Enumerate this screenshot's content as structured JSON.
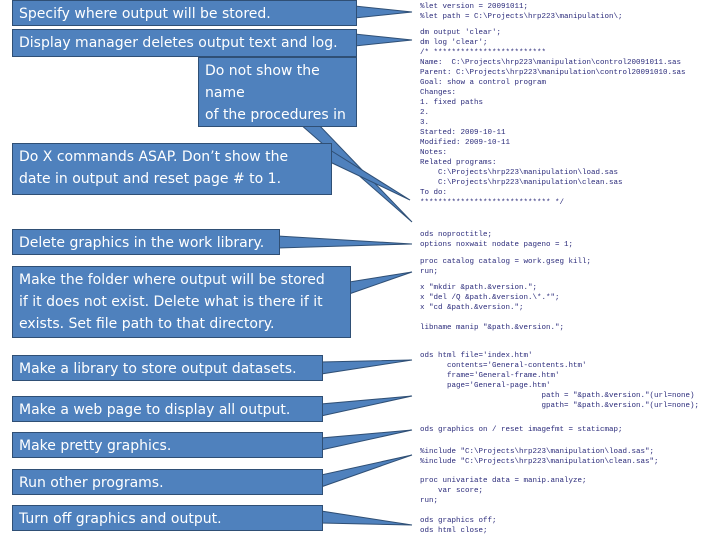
{
  "callouts": [
    {
      "text": "Specify where output will be stored."
    },
    {
      "text": "Display manager deletes output text and log."
    },
    {
      "text": "Do not show the name\nof the procedures in\noutput."
    },
    {
      "text": "Do X commands ASAP. Don’t show the\ndate in output and reset page # to 1."
    },
    {
      "text": "Delete graphics in the work library."
    },
    {
      "text": "Make the folder where output will be stored\nif it does not exist.  Delete what is there if it\nexists. Set file path to that directory."
    },
    {
      "text": "Make a library to store output datasets."
    },
    {
      "text": "Make a web page to display all output."
    },
    {
      "text": "Make pretty graphics."
    },
    {
      "text": "Run other programs."
    },
    {
      "text": "Turn off graphics and output."
    }
  ],
  "code": {
    "block1": "%let version = 20091011;\n%let path = C:\\Projects\\hrp223\\manipulation\\;",
    "block2": "dm output 'clear';\ndm log 'clear';\n/* *************************\nName:  C:\\Projects\\hrp223\\manipulation\\control20091011.sas\nParent: C:\\Projects\\hrp223\\manipulation\\control20091010.sas\nGoal: show a control program\nChanges:\n1. fixed paths\n2.\n3.\nStarted: 2009-10-11\nModified: 2009-10-11\nNotes:\nRelated programs:\n    C:\\Projects\\hrp223\\manipulation\\load.sas\n    C:\\Projects\\hrp223\\manipulation\\clean.sas\nTo do:\n***************************** */",
    "block3": "ods noproctitle;\noptions noxwait nodate pageno = 1;",
    "block4": "proc catalog catalog = work.gseg kill;\nrun;",
    "block5": "x \"mkdir &path.&version.\";\nx \"del /Q &path.&version.\\*.*\";\nx \"cd &path.&version.\";",
    "block6": "libname manip \"&path.&version.\";",
    "block7": "ods html file='index.htm'\n      contents='General-contents.htm'\n      frame='General-frame.htm'\n      page='General-page.htm'\n                           path = \"&path.&version.\"(url=none)\n                           gpath= \"&path.&version.\"(url=none);",
    "block8": "ods graphics on / reset imagefmt = staticmap;",
    "block9": "%include \"C:\\Projects\\hrp223\\manipulation\\load.sas\";\n%include \"C:\\Projects\\hrp223\\manipulation\\clean.sas\";",
    "block10": "proc univariate data = manip.analyze;\n    var score;\nrun;",
    "block11": "ods graphics off;\nods html close;"
  }
}
